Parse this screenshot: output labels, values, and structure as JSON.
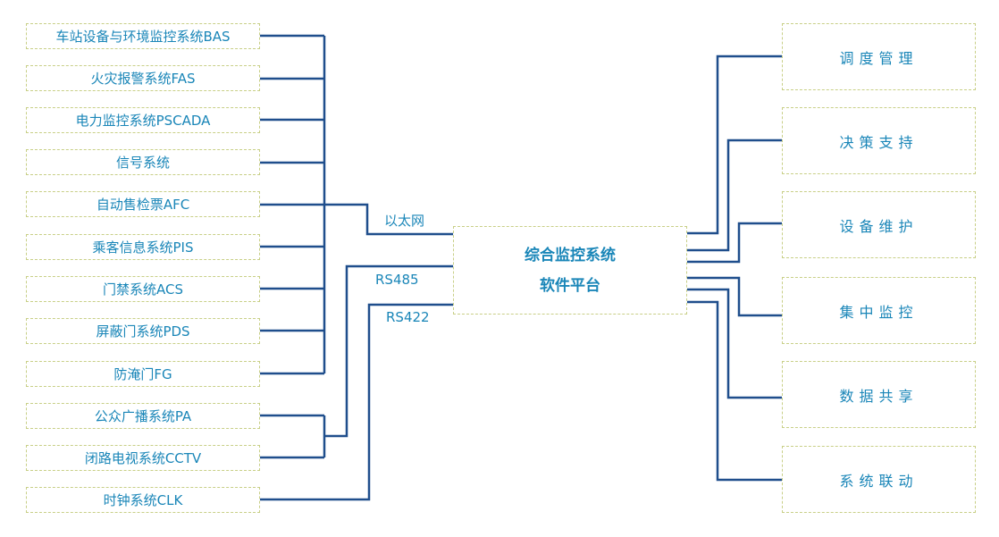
{
  "colors": {
    "line": "#1f4e8c",
    "text": "#1a86b8",
    "border": "#c8cf86"
  },
  "left_systems": [
    {
      "label": "车站设备与环境监控系统BAS"
    },
    {
      "label": "火灾报警系统FAS"
    },
    {
      "label": "电力监控系统PSCADA"
    },
    {
      "label": "信号系统"
    },
    {
      "label": "自动售检票AFC"
    },
    {
      "label": "乘客信息系统PIS"
    },
    {
      "label": "门禁系统ACS"
    },
    {
      "label": "屏蔽门系统PDS"
    },
    {
      "label": "防淹门FG"
    },
    {
      "label": "公众广播系统PA"
    },
    {
      "label": "闭路电视系统CCTV"
    },
    {
      "label": "时钟系统CLK"
    }
  ],
  "connections": {
    "ethernet": "以太网",
    "rs485": "RS485",
    "rs422": "RS422"
  },
  "center": {
    "line1": "综合监控系统",
    "line2": "软件平台"
  },
  "right_functions": [
    {
      "label": "调度管理"
    },
    {
      "label": "决策支持"
    },
    {
      "label": "设备维护"
    },
    {
      "label": "集中监控"
    },
    {
      "label": "数据共享"
    },
    {
      "label": "系统联动"
    }
  ]
}
